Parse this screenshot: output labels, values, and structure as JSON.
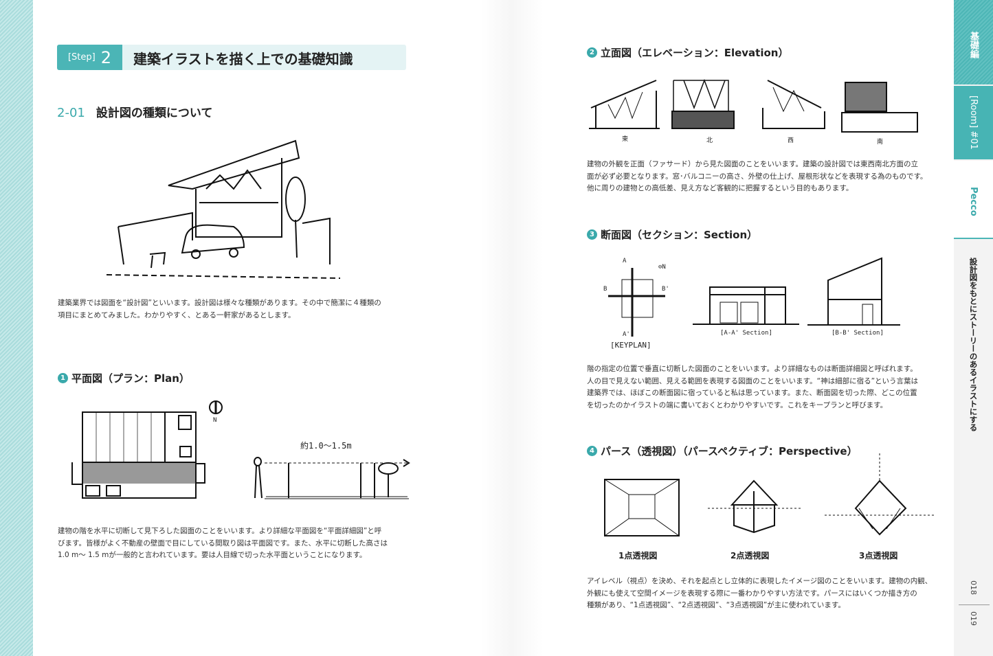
{
  "step": {
    "label": "[Step]",
    "number": "2",
    "title": "建築イラストを描く上での基礎知識"
  },
  "section": {
    "number": "2-01",
    "title": "設計図の種類について"
  },
  "intro": [
    "建築業界では図面を“設計図”といいます。設計図は様々な種類があります。その中で簡潔に４種類の",
    "項目にまとめてみました。わかりやすく、とある一軒家があるとします。"
  ],
  "plan": {
    "badge": "1",
    "title": "平面図（プラン：Plan）",
    "north": "N",
    "height_note": "約1.0～1.5m",
    "text": [
      "建物の階を水平に切断して見下ろした図面のことをいいます。より詳細な平面図を“平面詳細図”と呼",
      "びます。皆様がよく不動産の壁面で目にしている間取り図は平面図です。また、水平に切断した高さは",
      "1.0 m～ 1.5 mが一般的と言われています。要は人目線で切った水平面ということになります。"
    ]
  },
  "elevation": {
    "badge": "2",
    "title": "立面図（エレベーション：Elevation）",
    "labels": [
      "東",
      "北",
      "西",
      "南"
    ],
    "text": [
      "建物の外観を正面（ファサード）から見た図面のことをいいます。建築の設計図では東西南北方面の立",
      "面が必ず必要となります。窓･バルコニーの高さ、外壁の仕上げ、屋根形状などを表現する為のものです。",
      "他に周りの建物との高低差、見え方など客観的に把握するという目的もあります。"
    ]
  },
  "section_drawing": {
    "badge": "3",
    "title": "断面図（セクション：Section）",
    "keyplan": "[KEYPLAN]",
    "aa": "[A-A' Section]",
    "bb": "[B-B' Section]",
    "marks": [
      "A",
      "A'",
      "B",
      "B'",
      "N"
    ],
    "text": [
      "階の指定の位置で垂直に切断した図面のことをいいます。より詳細なものは断面詳細図と呼ばれます。",
      "人の目で見えない範囲、見える範囲を表現する図面のことをいいます。“神は細部に宿る”という言葉は",
      "建築界では、ほぼこの断面図に宿っていると私は思っています。また、断面図を切った際、どこの位置",
      "を切ったのかイラストの端に書いておくとわかりやすいです。これをキープランと呼びます。"
    ]
  },
  "perspective": {
    "badge": "4",
    "title": "パース（透視図）（パースペクティブ：Perspective）",
    "captions": [
      "1点透視図",
      "2点透視図",
      "3点透視図"
    ],
    "text": [
      "アイレベル（視点）を決め、それを起点とし立体的に表現したイメージ図のことをいいます。建物の内観、",
      "外観にも使えて空間イメージを表現する際に一番わかりやすい方法です。パースにはいくつか描き方の",
      "種類があり、“1点透視図”、“2点透視図”、“3点透視図”が主に使われています。"
    ]
  },
  "sidebar": {
    "category": "基礎編",
    "room": "[Room] #01",
    "name": "Pecco",
    "chapter": "設計図をもとにストーリーのあるイラストにする",
    "page_left": "018",
    "page_right": "019"
  },
  "colors": {
    "accent": "#4bb5b6",
    "light": "#e4f3f4"
  }
}
